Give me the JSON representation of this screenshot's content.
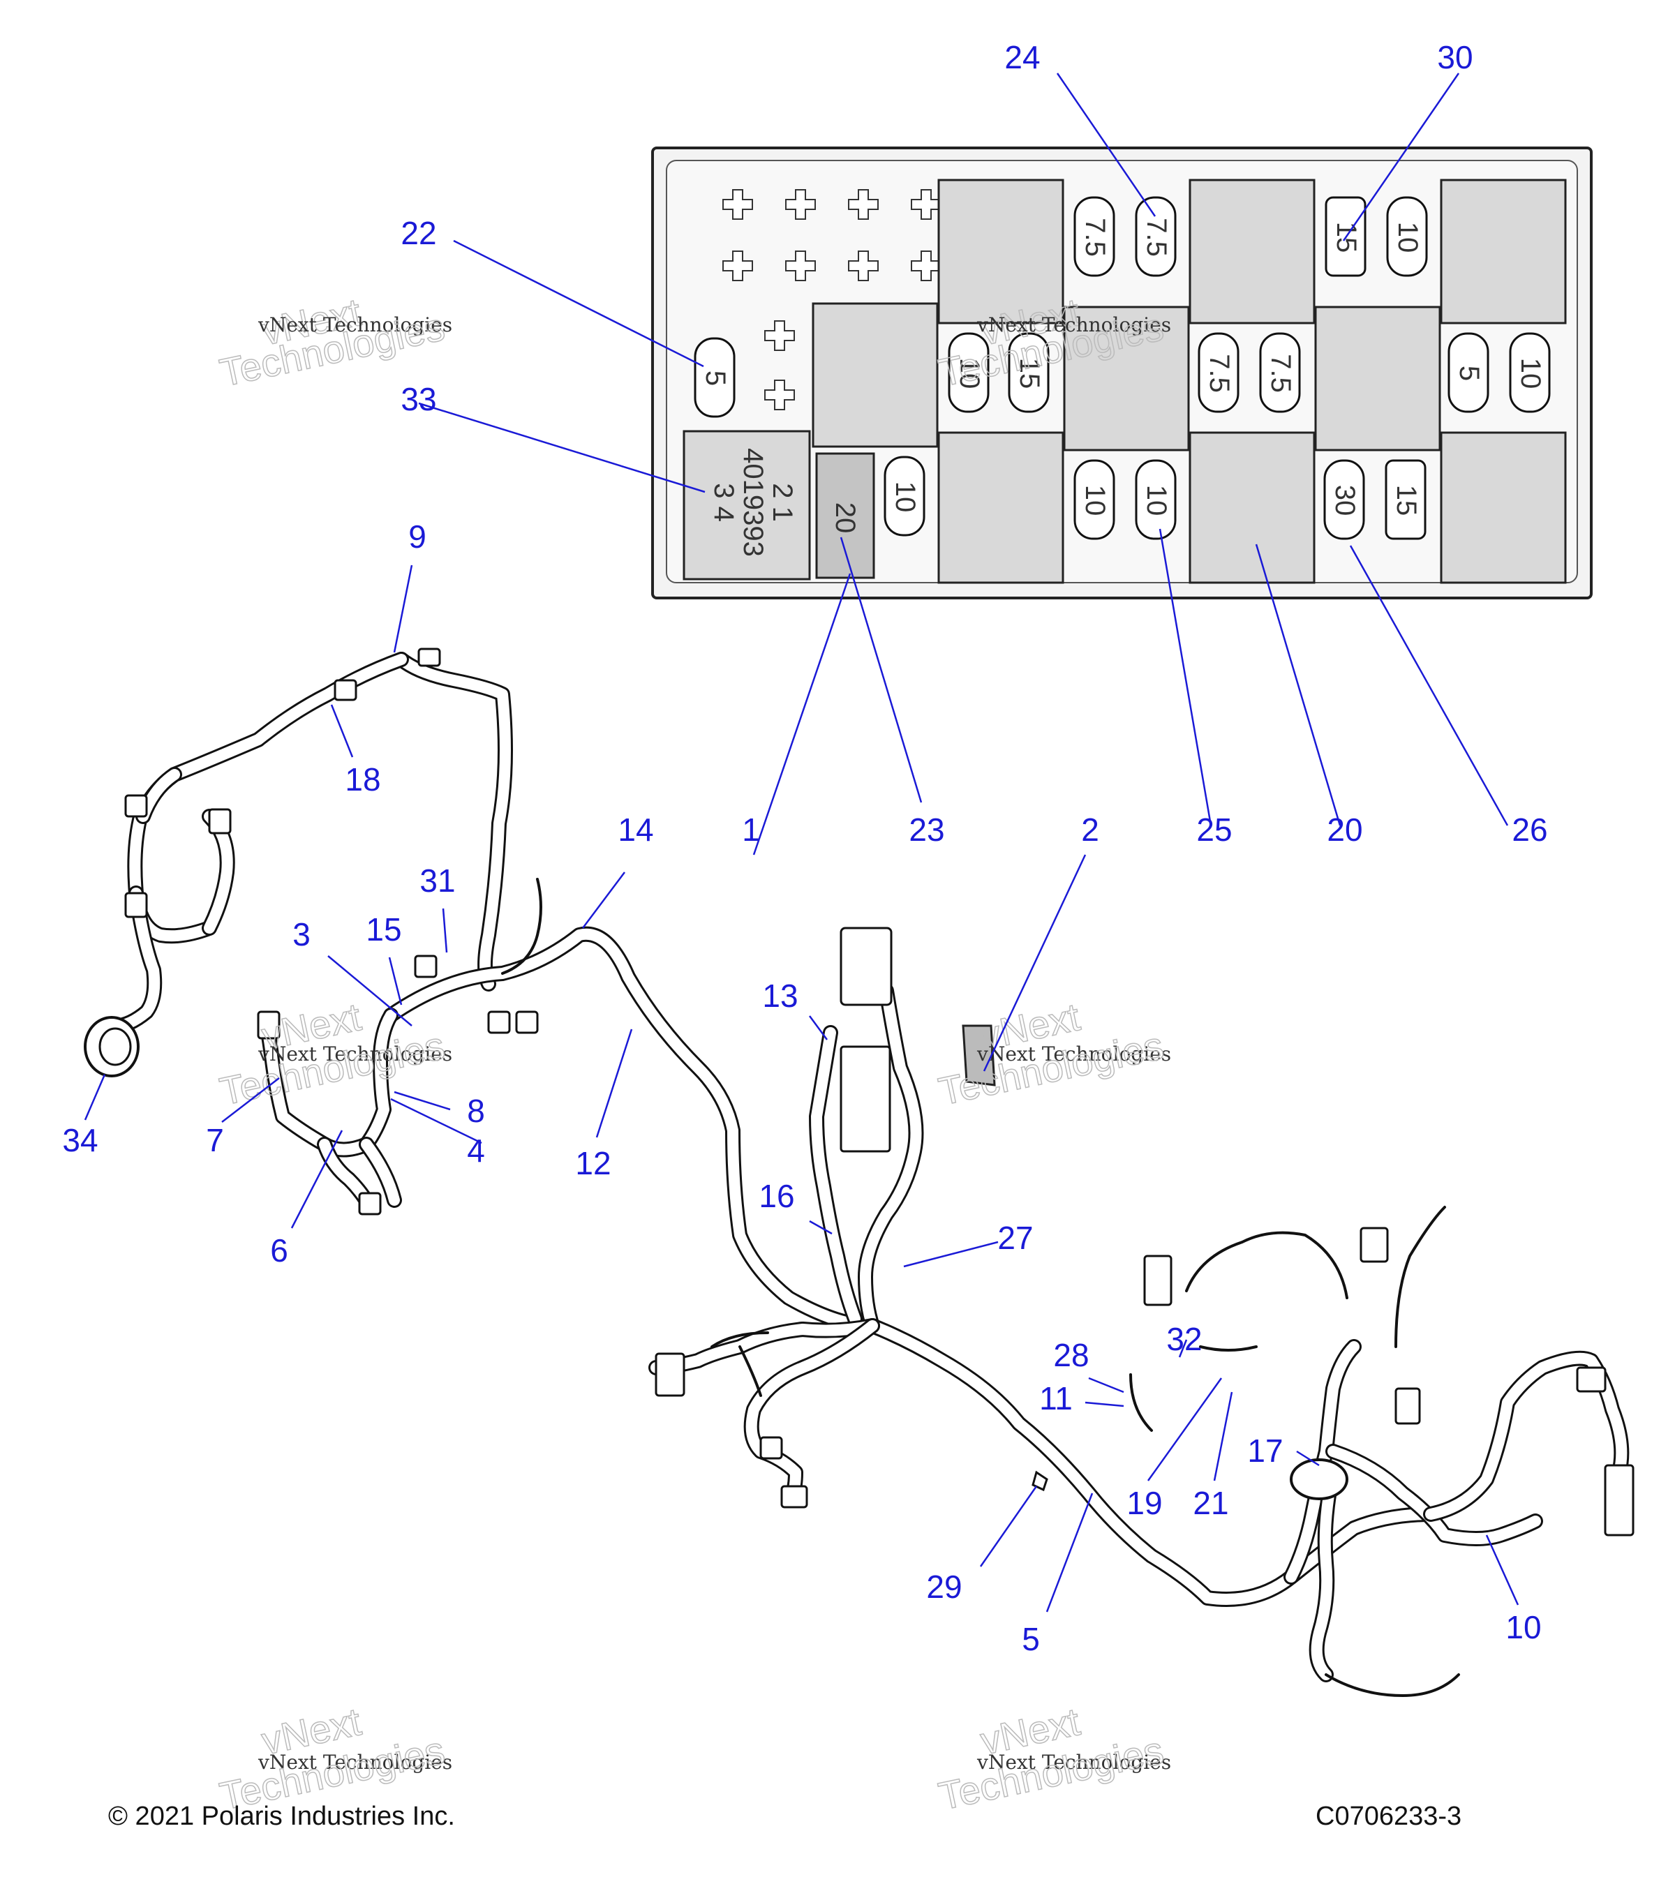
{
  "callouts": [
    "1",
    "2",
    "3",
    "4",
    "5",
    "6",
    "7",
    "8",
    "9",
    "10",
    "11",
    "12",
    "13",
    "14",
    "15",
    "16",
    "17",
    "18",
    "19",
    "20",
    "21",
    "22",
    "23",
    "24",
    "25",
    "26",
    "27",
    "28",
    "29",
    "30",
    "31",
    "32",
    "33",
    "34"
  ],
  "fuse_box": {
    "relay_label_lines": [
      "2   1",
      "4019393",
      "3   4"
    ],
    "fuse_ratings": {
      "top_row": [
        "7.5",
        "7.5",
        "15",
        "10"
      ],
      "middle_row": [
        "5",
        "10",
        "15",
        "7.5",
        "7.5",
        "5",
        "10"
      ],
      "bottom_row": [
        "20",
        "10",
        "10",
        "10",
        "30",
        "15"
      ]
    }
  },
  "watermark": {
    "line1": "vNext",
    "line2": "vNext Technologies",
    "line3": "Technologies"
  },
  "footer": {
    "copyright": "© 2021 Polaris Industries Inc.",
    "drawing_number": "C0706233-3"
  }
}
